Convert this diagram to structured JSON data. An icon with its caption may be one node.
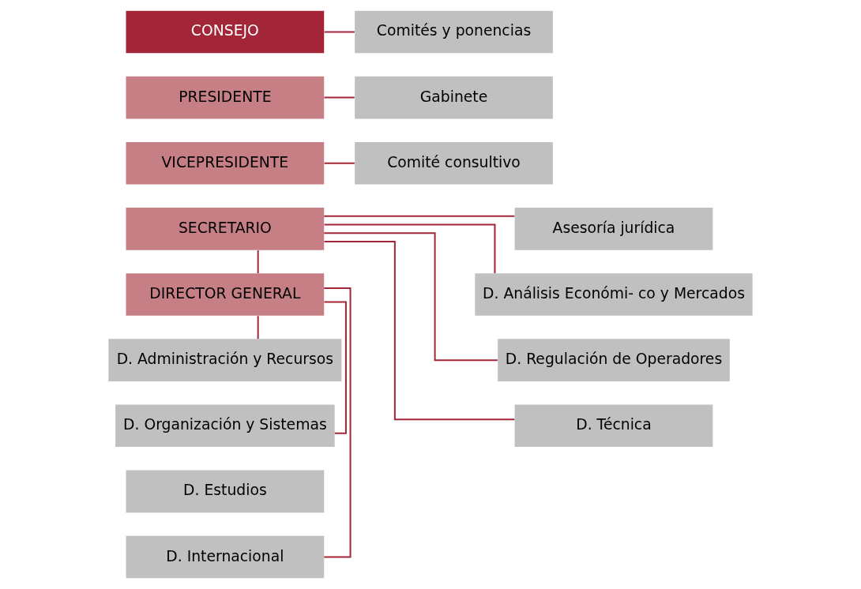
{
  "diagram": {
    "nodes": [
      {
        "text": [
          "CONSEJO"
        ]
      },
      {
        "text": [
          "Comités y ponencias"
        ]
      },
      {
        "text": [
          "Gabinete"
        ]
      },
      {
        "text": [
          "PRESIDENTE"
        ]
      },
      {
        "text": [
          "VICEPRESIDENTE"
        ]
      },
      {
        "text": [
          "Comité consultivo"
        ]
      },
      {
        "text": [
          "SECRETARIO"
        ]
      },
      {
        "text": [
          "Asesoría jurídica"
        ]
      },
      {
        "text": [
          "DIRECTOR GENERAL"
        ]
      },
      {
        "text": [
          "D. Análisis Económi- co y Mercados"
        ]
      },
      {
        "text": [
          "D. Administración y Recursos"
        ]
      },
      {
        "text": [
          "D. Regulación de Operadores"
        ]
      },
      {
        "text": [
          "D. Organización y Sistemas"
        ]
      },
      {
        "text": [
          "D. Técnica"
        ]
      },
      {
        "text": [
          "D. Estudios"
        ]
      },
      {
        "text": [
          "D. Internacional"
        ]
      }
    ],
    "edges": [
      {
        "from": 0,
        "to": 1,
        "arrow": "none"
      },
      {
        "from": 2,
        "to": 3,
        "arrow": "none"
      },
      {
        "from": 4,
        "to": 5,
        "arrow": "none"
      },
      {
        "from": 6,
        "to": 7,
        "arrow": "none"
      },
      {
        "from": 6,
        "to": 8,
        "arrow": "none"
      },
      {
        "from": 8,
        "to": 10,
        "arrow": "none"
      },
      {
        "from": 8,
        "to": 12,
        "arrow": "none"
      },
      {
        "from": 8,
        "to": 15,
        "arrow": "none"
      },
      {
        "from": 6,
        "to": 9,
        "arrow": "none"
      },
      {
        "from": 6,
        "to": 11,
        "arrow": "none"
      },
      {
        "from": 6,
        "to": 13,
        "arrow": "none"
      }
    ]
  }
}
